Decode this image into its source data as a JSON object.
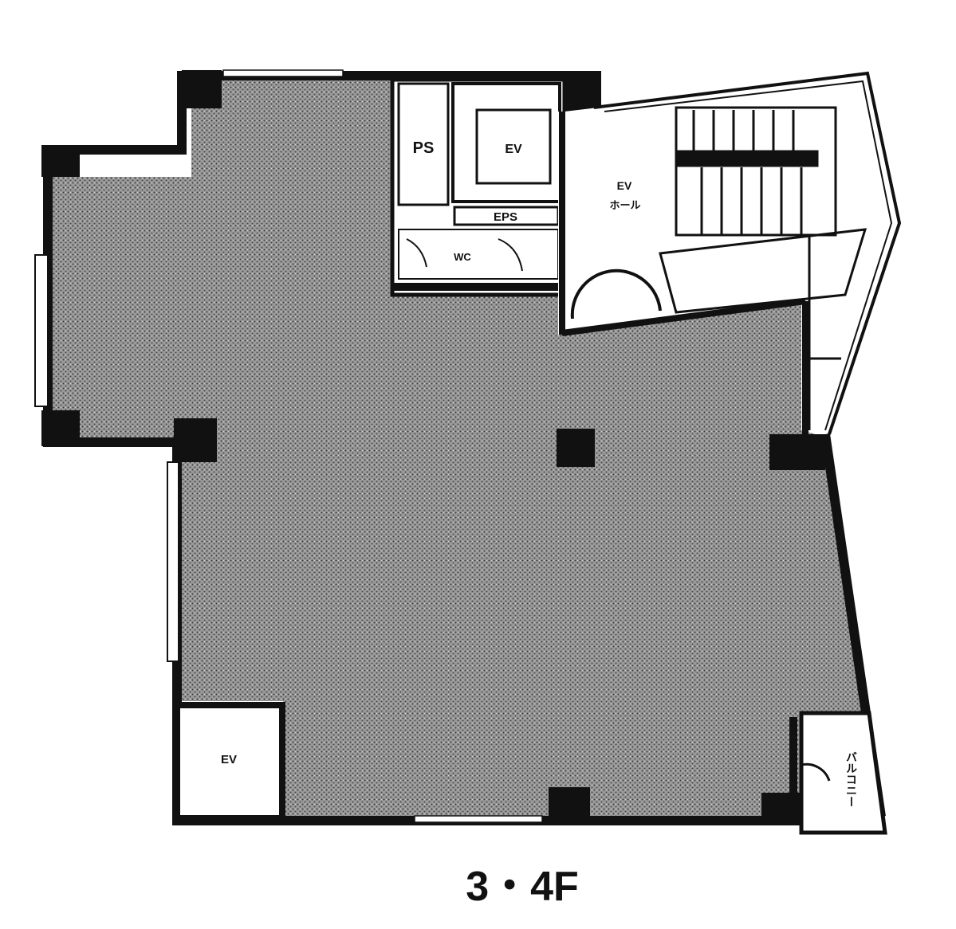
{
  "floor_label": "3・4F",
  "rooms": {
    "ps": "PS",
    "ev_top": "EV",
    "eps": "EPS",
    "wc": "WC",
    "ev_hall_1": "EV",
    "ev_hall_2": "ホール",
    "ev_bottom": "EV",
    "balcony": "バルコニー"
  },
  "colors": {
    "wall": "#111111",
    "office_floor": "#8a8a8a",
    "background": "#ffffff"
  }
}
